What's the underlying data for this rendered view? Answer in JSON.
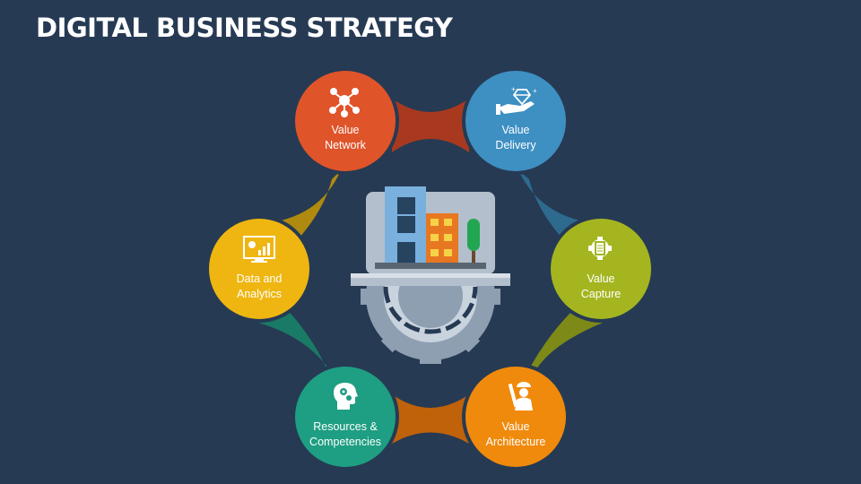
{
  "title": "DIGITAL BUSINESS STRATEGY",
  "colors": {
    "background": "#263a53",
    "value_network": "#e0542a",
    "value_delivery": "#3e8fc2",
    "value_capture": "#a4b520",
    "value_architecture": "#f08a0c",
    "resources_competencies": "#1e9e82",
    "data_analytics": "#efb611"
  },
  "nodes": [
    {
      "id": "value-network",
      "line1": "Value",
      "line2": "Network",
      "icon": "network-icon"
    },
    {
      "id": "value-delivery",
      "line1": "Value",
      "line2": "Delivery",
      "icon": "diamond-hand-icon"
    },
    {
      "id": "value-capture",
      "line1": "Value",
      "line2": "Capture",
      "icon": "gear-document-icon"
    },
    {
      "id": "value-architecture",
      "line1": "Value",
      "line2": "Architecture",
      "icon": "architect-icon"
    },
    {
      "id": "resources-competencies",
      "line1": "Resources &",
      "line2": "Competencies",
      "icon": "head-gears-icon"
    },
    {
      "id": "data-analytics",
      "line1": "Data and",
      "line2": "Analytics",
      "icon": "monitor-chart-icon"
    }
  ],
  "center_icon": "building-gear-icon"
}
